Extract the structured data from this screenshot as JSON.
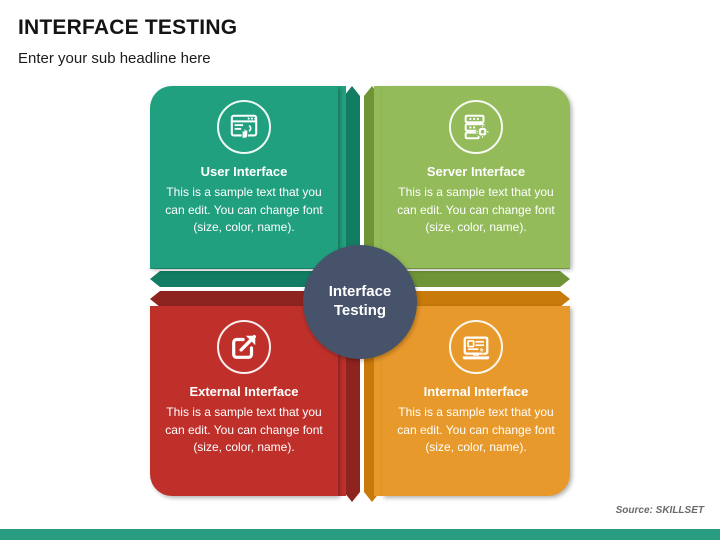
{
  "header": {
    "title": "INTERFACE TESTING",
    "subtitle": "Enter your sub headline here"
  },
  "center": {
    "label_line1": "Interface",
    "label_line2": "Testing",
    "color": "#46536b"
  },
  "cards": [
    {
      "id": "user-interface",
      "position": "top-left",
      "title": "User Interface",
      "body": "This is a sample text that you can edit. You can change font (size, color, name).",
      "color": "#21a07f",
      "icon": "browser-click-icon"
    },
    {
      "id": "server-interface",
      "position": "top-right",
      "title": "Server Interface",
      "body": "This is a sample text that you can edit. You can change font (size, color, name).",
      "color": "#93bb59",
      "icon": "server-gear-icon"
    },
    {
      "id": "external-interface",
      "position": "bottom-left",
      "title": "External Interface",
      "body": "This is a sample text that you can edit. You can change font (size, color, name).",
      "color": "#c0302b",
      "icon": "external-link-icon"
    },
    {
      "id": "internal-interface",
      "position": "bottom-right",
      "title": "Internal Interface",
      "body": "This is a sample text that you can edit. You can change font (size, color, name).",
      "color": "#e8992b",
      "icon": "monitor-cursor-icon"
    }
  ],
  "bands": {
    "top_left_dark": "#127d63",
    "top_right_dark": "#6f9438",
    "bottom_left_dark": "#8e2420",
    "bottom_right_dark": "#c87a0a",
    "top_left_light": "#21a07f",
    "top_right_light": "#93bb59",
    "bottom_left_light": "#c0302b",
    "bottom_right_light": "#e8992b"
  },
  "footer": {
    "source": "Source: SKILLSET",
    "bar_color": "#2a9d80"
  }
}
